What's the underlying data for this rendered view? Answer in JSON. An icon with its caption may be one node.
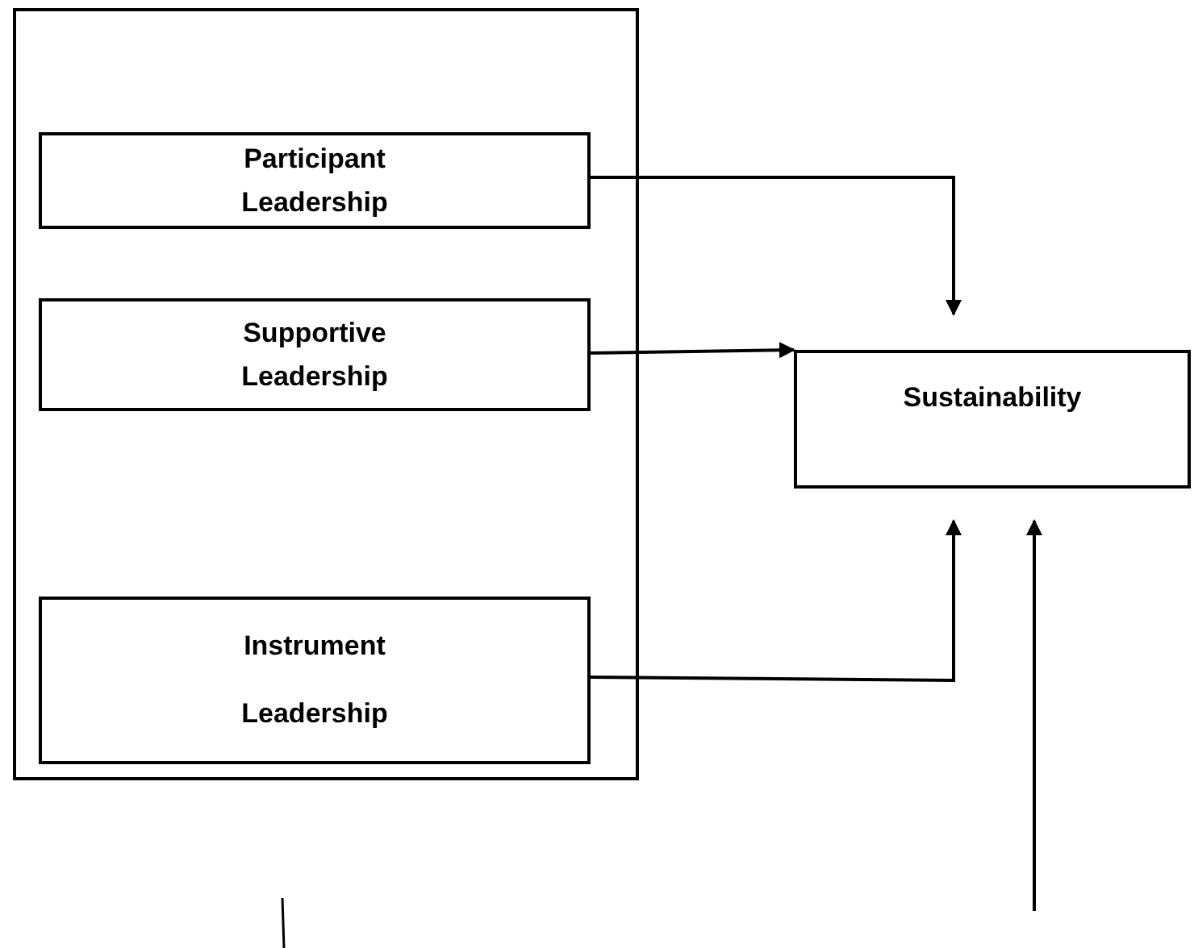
{
  "diagram": {
    "nodes": [
      {
        "text": [],
        "shape": "box"
      },
      {
        "text": [
          "Participant Leadership"
        ],
        "in": 0
      },
      {
        "text": [
          "Supportive Leadership"
        ],
        "in": 0
      },
      {
        "text": [
          "Instrument Leadership"
        ],
        "in": 0
      },
      {
        "text": [
          "Sustainability"
        ]
      }
    ],
    "edges": [
      {
        "from": 1,
        "to": 4,
        "arrow": "to"
      },
      {
        "from": 2,
        "to": 4,
        "arrow": "to"
      },
      {
        "from": 3,
        "to": 4,
        "arrow": "to"
      },
      {
        "from": null,
        "to": 4,
        "arrow": "to"
      }
    ]
  }
}
